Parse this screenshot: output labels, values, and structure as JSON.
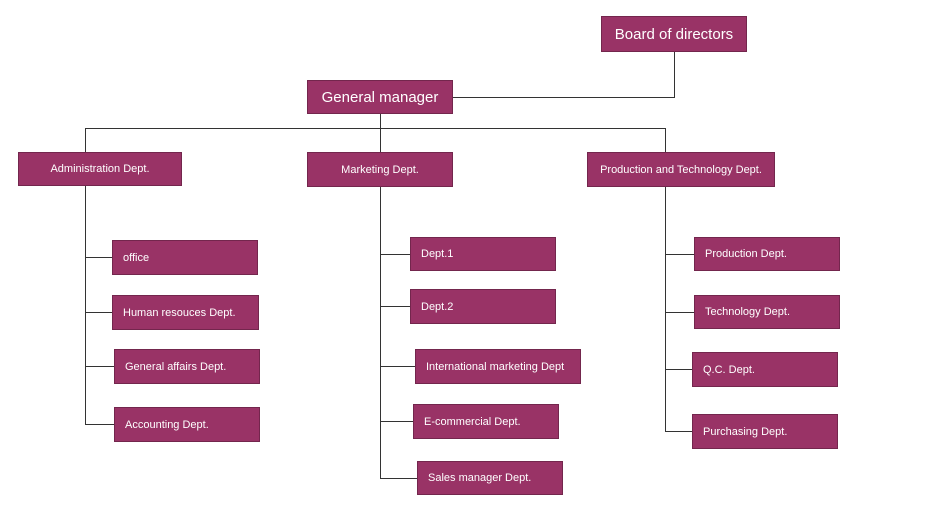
{
  "org_chart": {
    "root": {
      "label": "Board of directors"
    },
    "manager": {
      "label": "General manager"
    },
    "branches": [
      {
        "label": "Administration Dept.",
        "children": [
          {
            "label": "office"
          },
          {
            "label": "Human resouces Dept."
          },
          {
            "label": "General affairs Dept."
          },
          {
            "label": "Accounting Dept."
          }
        ]
      },
      {
        "label": "Marketing Dept.",
        "children": [
          {
            "label": "Dept.1"
          },
          {
            "label": "Dept.2"
          },
          {
            "label": "International marketing Dept"
          },
          {
            "label": "E-commercial Dept."
          },
          {
            "label": "Sales manager Dept."
          }
        ]
      },
      {
        "label": "Production and Technology Dept.",
        "children": [
          {
            "label": "Production Dept."
          },
          {
            "label": "Technology Dept."
          },
          {
            "label": "Q.C. Dept."
          },
          {
            "label": "Purchasing Dept."
          }
        ]
      }
    ],
    "colors": {
      "box_fill": "#993366",
      "box_border": "#73264d",
      "text": "#ffffff",
      "connector": "#333333",
      "background": "#ffffff"
    }
  }
}
